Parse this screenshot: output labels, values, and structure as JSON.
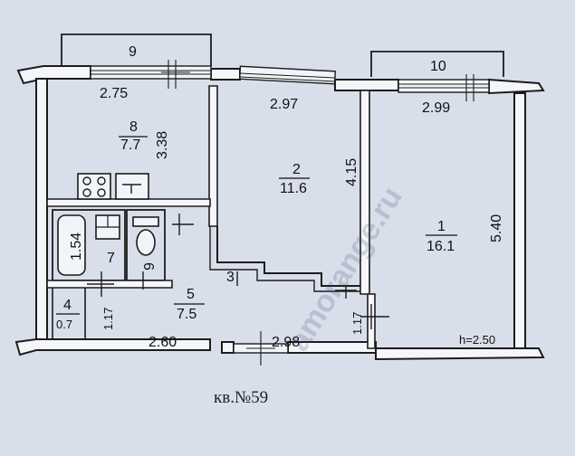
{
  "plan": {
    "balconies": [
      {
        "id": "9",
        "label": "9"
      },
      {
        "id": "10",
        "label": "10"
      }
    ],
    "rooms": [
      {
        "number": "8",
        "area": "7.7"
      },
      {
        "number": "2",
        "area": "11.6"
      },
      {
        "number": "1",
        "area": "16.1"
      },
      {
        "number": "7",
        "area": ""
      },
      {
        "number": "6",
        "area": ""
      },
      {
        "number": "5",
        "area": "7.5"
      },
      {
        "number": "4",
        "area": "0.7"
      },
      {
        "number": "3",
        "area": ""
      }
    ],
    "dimensions": {
      "kitchen_width": "2.75",
      "kitchen_depth": "3.38",
      "room2_width": "2.97",
      "room2_depth": "4.15",
      "room1_width": "2.99",
      "room1_depth": "5.40",
      "bath_length": "1.54",
      "closet_width": "1.17",
      "hall_width": "1.17",
      "corridor_left": "2.60",
      "corridor_right": "2.98"
    },
    "ceiling_height": "h=2.50",
    "watermark": "amorange.ru",
    "caption": "кв.№59"
  }
}
